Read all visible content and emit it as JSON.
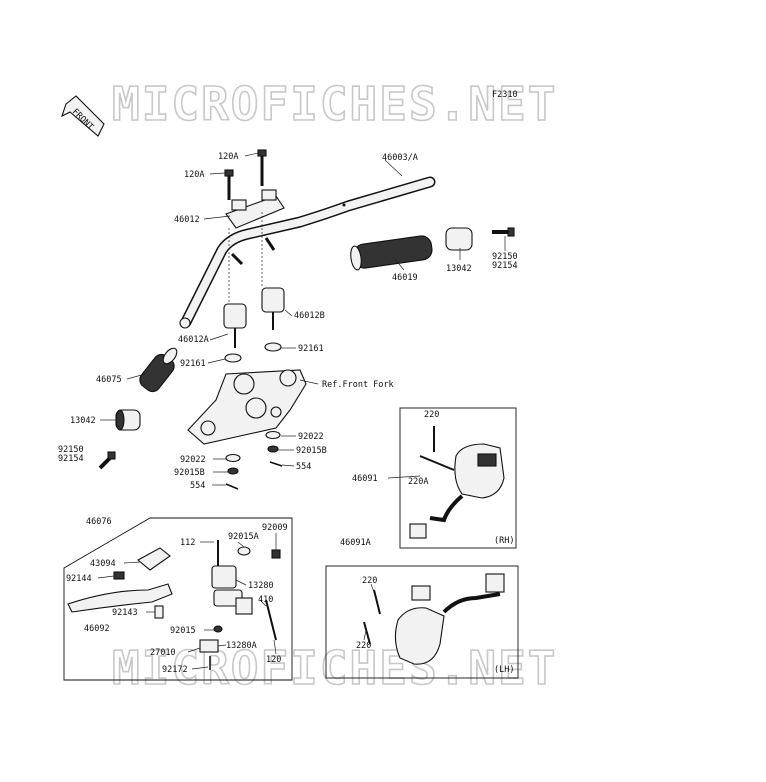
{
  "watermark_text": "MICROFICHES.NET",
  "figure_code": "F2310",
  "front_label": "FRONT",
  "panels": {
    "rh_label": "(RH)",
    "lh_label": "(LH)"
  },
  "labels": {
    "b120a_1": "120A",
    "b120a_2": "120A",
    "handlebar": "46003/A",
    "holder_top": "46012",
    "grip_r": "46019",
    "weight_r": "13042",
    "bolt_r_1": "92150",
    "bolt_r_2": "92154",
    "holder_left": "46012A",
    "holder_right": "46012B",
    "washer_l": "92161",
    "washer_r": "92161",
    "grip_l": "46075",
    "ref_fork": "Ref.Front Fork",
    "weight_l": "13042",
    "bolt_l_1": "92150",
    "bolt_l_2": "92154",
    "w92022_r": "92022",
    "n92015b_r": "92015B",
    "w92022_l": "92022",
    "n92015b_l": "92015B",
    "pin554_r": "554",
    "pin554_l": "554",
    "sw_rh": "46091",
    "sw_rh_220": "220",
    "sw_rh_220a": "220A",
    "lever_assy": "46076",
    "b112": "112",
    "n92015a": "92015A",
    "b92009": "92009",
    "c43094": "43094",
    "s92144": "92144",
    "p13280": "13280",
    "c92143": "92143",
    "b410": "410",
    "lever": "46092",
    "n92015": "92015",
    "p13280a": "13280A",
    "s27010": "27010",
    "b120": "120",
    "s92172": "92172",
    "sw_lh": "46091A",
    "sw_lh_220_1": "220",
    "sw_lh_220_2": "220"
  }
}
